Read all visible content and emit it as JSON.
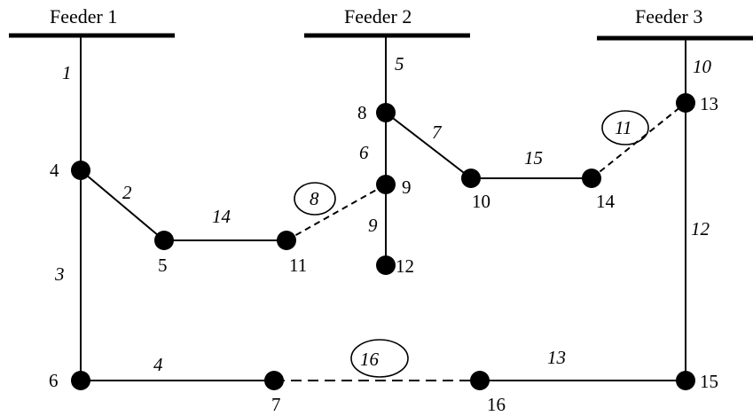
{
  "feeders": [
    {
      "label": "Feeder 1"
    },
    {
      "label": "Feeder 2"
    },
    {
      "label": "Feeder 3"
    }
  ],
  "nodes": [
    "4",
    "5",
    "6",
    "7",
    "8",
    "9",
    "10",
    "11",
    "12",
    "13",
    "14",
    "15",
    "16"
  ],
  "branches": {
    "sectionalizing": [
      "1",
      "2",
      "3",
      "4",
      "5",
      "6",
      "7",
      "9",
      "10",
      "12",
      "13",
      "14",
      "15"
    ],
    "tie": [
      "8",
      "11",
      "16"
    ]
  }
}
